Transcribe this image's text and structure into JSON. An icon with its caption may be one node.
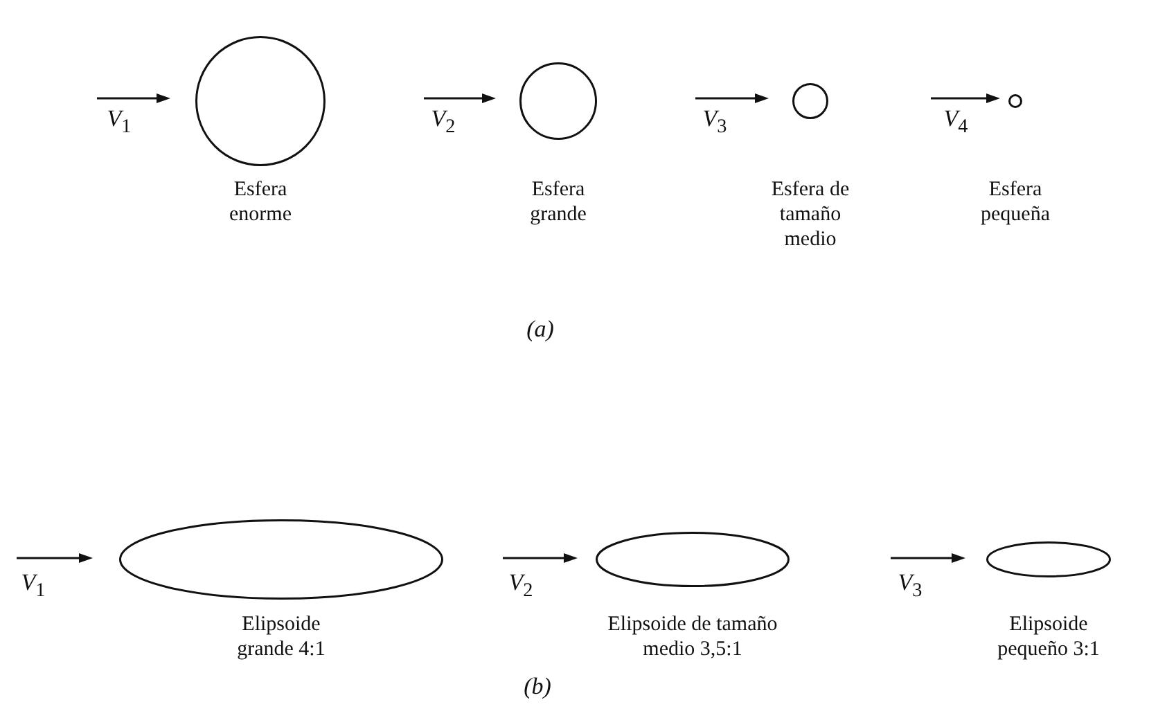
{
  "diagram": {
    "nodes": [
      {
        "text": [],
        "shape": "circle",
        "beside": [
          "Esfera enorme"
        ]
      },
      {
        "text": [],
        "shape": "circle",
        "beside": [
          "Esfera grande"
        ]
      },
      {
        "text": [],
        "shape": "circle",
        "beside": [
          "Esfera de tamaño medio"
        ]
      },
      {
        "text": [],
        "shape": "circle",
        "beside": [
          "Esfera pequeña"
        ]
      },
      {
        "text": [],
        "shape": "ellipse",
        "beside": [
          "Elipsoide grande 4:1"
        ]
      },
      {
        "text": [],
        "shape": "ellipse",
        "beside": [
          "Elipsoide de tamaño medio 3,5:1"
        ]
      },
      {
        "text": [],
        "shape": "ellipse",
        "beside": [
          "Elipsoide pequeño 3:1"
        ]
      }
    ],
    "labels": [
      "*V*$_{1}$",
      "*V*$_{2}$",
      "*V*$_{3}$",
      "*V*$_{4}$",
      "(a)",
      "*V*$_{1}$",
      "*V*$_{2}$",
      "*V*$_{3}$",
      "(b)"
    ]
  }
}
